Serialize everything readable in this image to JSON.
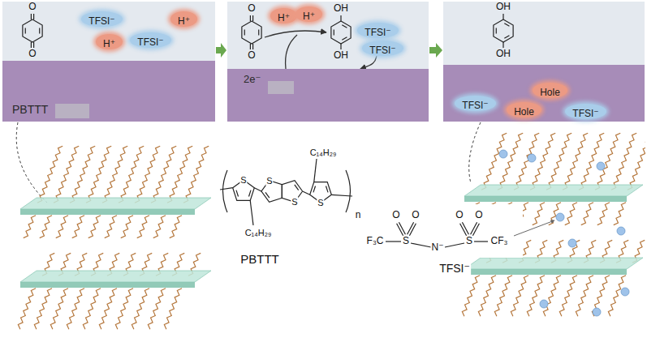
{
  "diagram": {
    "nodes": [
      {
        "text": [
          "TFSI⁻"
        ]
      },
      {
        "text": [
          "H⁺"
        ]
      },
      {
        "text": [
          "H⁺"
        ]
      },
      {
        "text": [
          "TFSI⁻"
        ]
      },
      {
        "text": [
          "PBTTT"
        ]
      },
      {
        "text": [
          "H⁺"
        ]
      },
      {
        "text": [
          "H⁺"
        ]
      },
      {
        "text": [
          "TFSI⁻"
        ]
      },
      {
        "text": [
          "TFSI⁻"
        ]
      },
      {
        "text": [
          "2e⁻"
        ]
      },
      {
        "text": []
      },
      {
        "text": [
          "TFSI⁻"
        ],
        "in": 10
      },
      {
        "text": [
          "Hole"
        ],
        "in": 10
      },
      {
        "text": [
          "Hole"
        ],
        "in": 10
      },
      {
        "text": [
          "TFSI⁻"
        ],
        "in": 10
      }
    ],
    "edges": [
      {
        "from": 8,
        "to": 9,
        "arrow": "to"
      }
    ],
    "labels": [
      "O",
      "O",
      "O",
      "O",
      "OH",
      "OH",
      "OH",
      "OH",
      "C₁₄H₂₉",
      "S",
      "S",
      "S",
      "S",
      "n",
      "O",
      "O",
      "O",
      "O",
      "C₁₄H₂₉",
      "F₃C",
      "S",
      "S",
      "CF₃",
      "N⁻",
      "PBTTT",
      "TFSI⁻"
    ]
  }
}
